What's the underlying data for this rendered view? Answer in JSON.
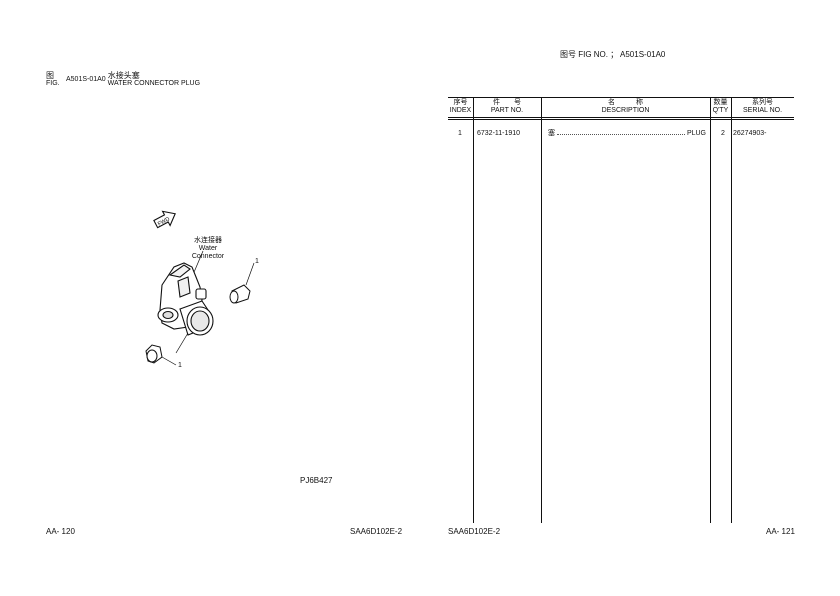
{
  "left_page": {
    "header": {
      "fig_cn": "图",
      "fig_en": "FIG.",
      "fig_code": "A501S-01A0",
      "title_cn": "水接头塞",
      "title_en": "WATER CONNECTOR PLUG"
    },
    "illustration": {
      "fwd_label": "FWD",
      "part_label_cn": "水连接器",
      "part_label_en": "Water Connector",
      "callout_1": "1",
      "callout_2": "1",
      "drawing_code": "PJ6B427"
    },
    "footer": {
      "page": "AA- 120",
      "model": "SAA6D102E-2"
    }
  },
  "right_page": {
    "fig_no_label": "图号  FIG NO. ；",
    "fig_no_value": "A501S-01A0",
    "table": {
      "headers": {
        "index_cn": "序号",
        "index_en": "INDEX",
        "part_cn": "件　　号",
        "part_en": "PART NO.",
        "desc_cn": "名　　　称",
        "desc_en": "DESCRIPTION",
        "qty_cn": "数量",
        "qty_en": "Q'TY",
        "serial_cn": "系列号",
        "serial_en": "SERIAL NO."
      },
      "rows": [
        {
          "index": "1",
          "part_no": "6732-11-1910",
          "desc_cn": "塞",
          "desc_en": "PLUG",
          "qty": "2",
          "serial": "26274903-"
        }
      ]
    },
    "footer": {
      "model": "SAA6D102E-2",
      "page": "AA- 121"
    }
  }
}
